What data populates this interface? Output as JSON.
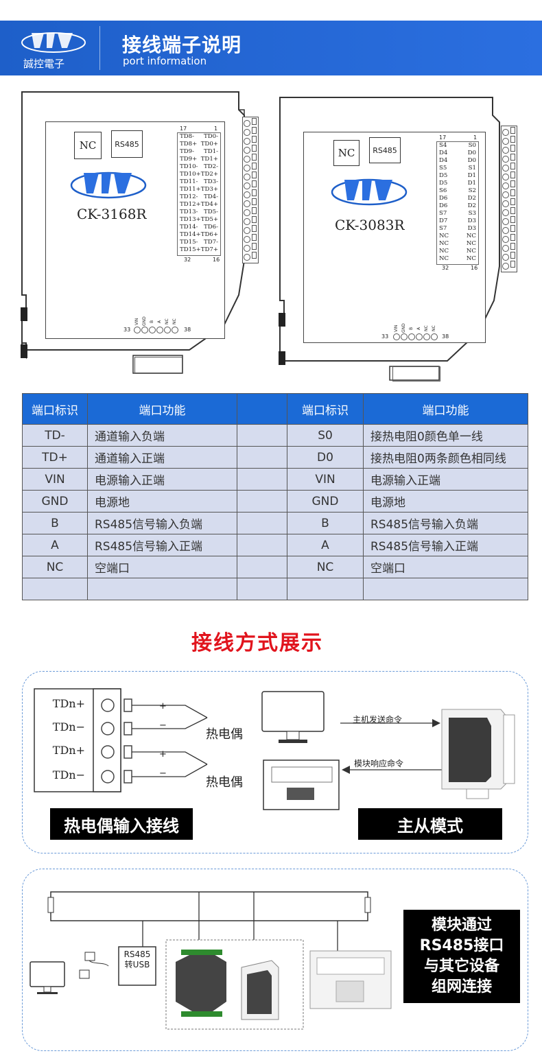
{
  "header": {
    "brand_cn": "誠控電子",
    "title": "接线端子说明",
    "subtitle": "port information"
  },
  "device_left": {
    "btn_nc": "NC",
    "btn_rs485": "RS485",
    "model": "CK-3168R",
    "pin_top_left": "17",
    "pin_top_right": "1",
    "pin_bottom_left": "32",
    "pin_bottom_right": "16",
    "pins": [
      [
        "TD8-",
        "TD0-"
      ],
      [
        "TD8+",
        "TD0+"
      ],
      [
        "TD9-",
        "TD1-"
      ],
      [
        "TD9+",
        "TD1+"
      ],
      [
        "TD10-",
        "TD2-"
      ],
      [
        "TD10+",
        "TD2+"
      ],
      [
        "TD11-",
        "TD3-"
      ],
      [
        "TD11+",
        "TD3+"
      ],
      [
        "TD12-",
        "TD4-"
      ],
      [
        "TD12+",
        "TD4+"
      ],
      [
        "TD13-",
        "TD5-"
      ],
      [
        "TD13+",
        "TD5+"
      ],
      [
        "TD14-",
        "TD6-"
      ],
      [
        "TD14+",
        "TD6+"
      ],
      [
        "TD15-",
        "TD7-"
      ],
      [
        "TD15+",
        "TD7+"
      ]
    ],
    "bottom_start": "33",
    "bottom_end": "38",
    "bottom_labels": [
      "VIN",
      "GND",
      "B",
      "A",
      "NC",
      "NC"
    ]
  },
  "device_right": {
    "btn_nc": "NC",
    "btn_rs485": "RS485",
    "model": "CK-3083R",
    "pin_top_left": "17",
    "pin_top_right": "1",
    "pin_bottom_left": "32",
    "pin_bottom_right": "16",
    "pins": [
      [
        "S4",
        "S0"
      ],
      [
        "D4",
        "D0"
      ],
      [
        "D4",
        "D0"
      ],
      [
        "S5",
        "S1"
      ],
      [
        "D5",
        "D1"
      ],
      [
        "D5",
        "D1"
      ],
      [
        "S6",
        "S2"
      ],
      [
        "D6",
        "D2"
      ],
      [
        "D6",
        "D2"
      ],
      [
        "S7",
        "S3"
      ],
      [
        "D7",
        "D3"
      ],
      [
        "S7",
        "D3"
      ],
      [
        "NC",
        "NC"
      ],
      [
        "NC",
        "NC"
      ],
      [
        "NC",
        "NC"
      ],
      [
        "NC",
        "NC"
      ]
    ],
    "bottom_start": "33",
    "bottom_end": "38",
    "bottom_labels": [
      "VIN",
      "GND",
      "B",
      "A",
      "NC",
      "NC"
    ]
  },
  "table": {
    "headers": [
      "端口标识",
      "端口功能",
      "",
      "端口标识",
      "端口功能"
    ],
    "rows": [
      [
        "TD-",
        "通道输入负端",
        "",
        "S0",
        "接热电阻0颜色单一线"
      ],
      [
        "TD+",
        "通道输入正端",
        "",
        "D0",
        "接热电阻0两条颜色相同线"
      ],
      [
        "VIN",
        "电源输入正端",
        "",
        "VIN",
        "电源输入正端"
      ],
      [
        "GND",
        "电源地",
        "",
        "GND",
        "电源地"
      ],
      [
        "B",
        "RS485信号输入负端",
        "",
        "B",
        "RS485信号输入负端"
      ],
      [
        "A",
        "RS485信号输入正端",
        "",
        "A",
        "RS485信号输入正端"
      ],
      [
        "NC",
        "空端口",
        "",
        "NC",
        "空端口"
      ],
      [
        "",
        "",
        "",
        "",
        ""
      ]
    ]
  },
  "section_title": "接线方式展示",
  "wiring": {
    "terminals": [
      "TDn+",
      "TDn−",
      "TDn+",
      "TDn−"
    ],
    "plus": "+",
    "minus": "−",
    "thermocouple": "热电偶",
    "label": "热电偶输入接线",
    "cmd_send": "主机发送命令",
    "cmd_reply": "模块响应命令",
    "mode_label": "主从模式"
  },
  "network": {
    "converter_line1": "RS485",
    "converter_line2": "转USB",
    "label": "模块通过RS485接口与其它设备组网连接",
    "label_lines": [
      "模块通过",
      "RS485接口",
      "与其它设备",
      "组网连接"
    ]
  },
  "colors": {
    "header_blue": "#1e5fc9",
    "table_header": "#1b6ad6",
    "table_cell": "#d6dcee",
    "accent_red": "#e1141d",
    "panel_border": "#6a9ad8"
  }
}
